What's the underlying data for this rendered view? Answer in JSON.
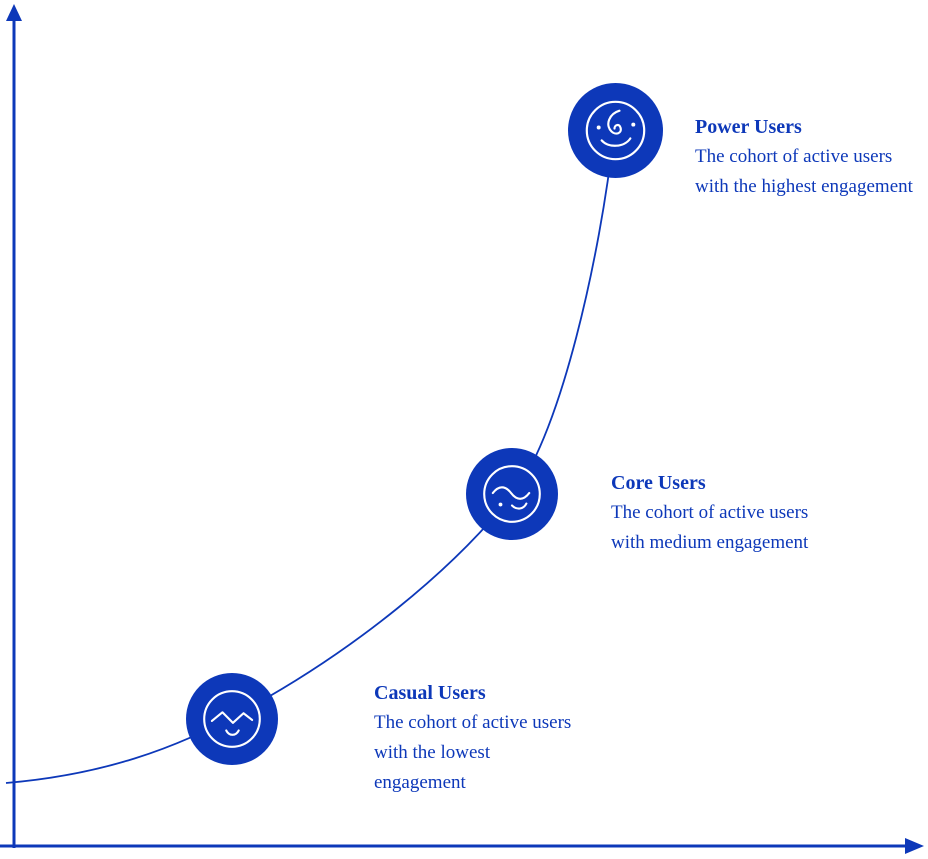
{
  "diagram": {
    "type": "concept-curve",
    "description_of_visual": "Exponential engagement curve with three user-cohort milestones",
    "colors": {
      "accent_blue": "#0d38b9",
      "icon_line": "#ffffff",
      "background": "#ffffff"
    }
  },
  "nodes": [
    {
      "id": "power-users",
      "label": "Power Users",
      "description": "The cohort of active users with the highest engagement",
      "icon": "face-with-curl-icon"
    },
    {
      "id": "core-users",
      "label": "Core Users",
      "description": "The cohort of active users with medium engagement",
      "icon": "face-with-wave-icon"
    },
    {
      "id": "casual-users",
      "label": "Casual Users",
      "description": "The cohort of active users with the lowest engagement",
      "icon": "face-with-zigzag-icon"
    }
  ]
}
